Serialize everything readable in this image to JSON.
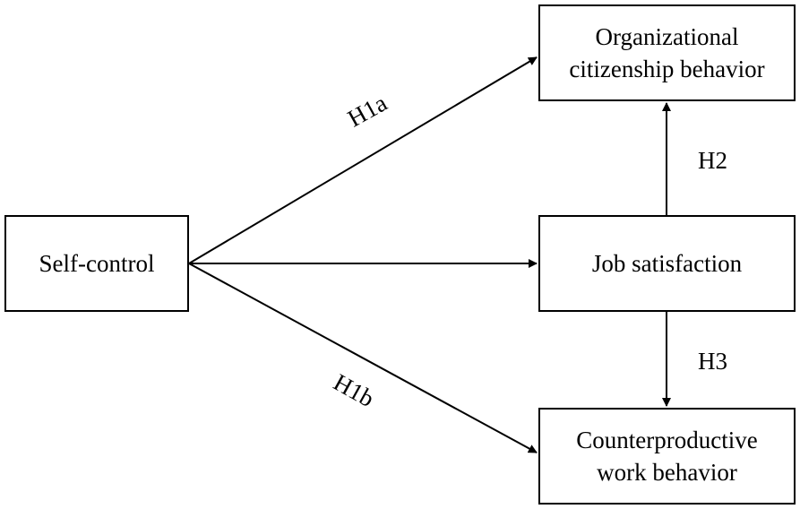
{
  "nodes": {
    "self_control": "Self-control",
    "ocb_line1": "Organizational",
    "ocb_line2": "citizenship behavior",
    "job_satisfaction": "Job satisfaction",
    "cwb_line1": "Counterproductive",
    "cwb_line2": "work behavior"
  },
  "edges": {
    "h1a": "H1a",
    "h1b": "H1b",
    "h2": "H2",
    "h3": "H3"
  },
  "colors": {
    "stroke": "#000000",
    "background": "#ffffff"
  }
}
